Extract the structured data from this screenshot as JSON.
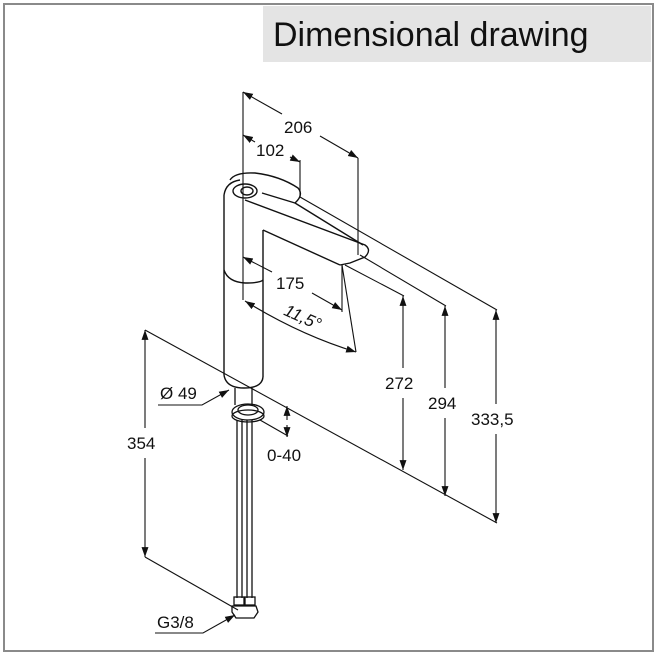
{
  "title": "Dimensional drawing",
  "dimensions": {
    "overall_depth": "206",
    "handle_depth": "102",
    "spout_reach": "175",
    "swivel_angle": "11,5°",
    "base_diameter": "Ø 49",
    "spout_height": "272",
    "spout_top_height": "294",
    "total_height": "333,5",
    "hose_length": "354",
    "mounting_thickness": "0-40",
    "connection_thread": "G3/8"
  }
}
